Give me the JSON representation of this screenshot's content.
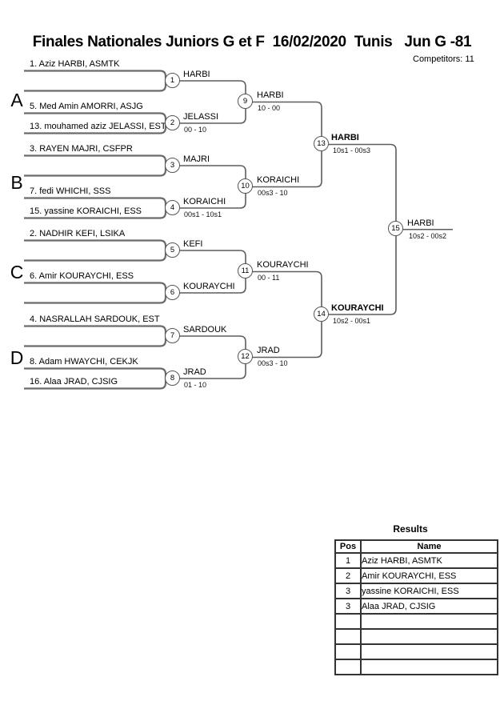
{
  "page": {
    "title": "Finales Nationales Juniors G et F  16/02/2020  Tunis   Jun G -81",
    "competitors": "Competitors: 11"
  },
  "sections": [
    {
      "label": "A"
    },
    {
      "label": "B"
    },
    {
      "label": "C"
    },
    {
      "label": "D"
    }
  ],
  "players": [
    {
      "entry": "1. Aziz HARBI, ASMTK"
    },
    {
      "entry": "5. Med Amin AMORRI, ASJG"
    },
    {
      "entry": "13. mouhamed aziz JELASSI, EST"
    },
    {
      "entry": "3. RAYEN MAJRI, CSFPR"
    },
    {
      "entry": "7. fedi WHICHI, SSS"
    },
    {
      "entry": "15. yassine KORAICHI, ESS"
    },
    {
      "entry": "2. NADHIR KEFI, LSIKA"
    },
    {
      "entry": "6. Amir KOURAYCHI, ESS"
    },
    {
      "entry": "4. NASRALLAH SARDOUK, EST"
    },
    {
      "entry": "8. Adam HWAYCHI, CEKJK"
    },
    {
      "entry": "16. Alaa JRAD, CJSIG"
    }
  ],
  "matches": [
    {
      "no": "1",
      "winner": "HARBI",
      "score": ""
    },
    {
      "no": "2",
      "winner": "JELASSI",
      "score": "00 - 10"
    },
    {
      "no": "3",
      "winner": "MAJRI",
      "score": ""
    },
    {
      "no": "4",
      "winner": "KORAICHI",
      "score": "00s1 - 10s1"
    },
    {
      "no": "5",
      "winner": "KEFI",
      "score": ""
    },
    {
      "no": "6",
      "winner": "KOURAYCHI",
      "score": ""
    },
    {
      "no": "7",
      "winner": "SARDOUK",
      "score": ""
    },
    {
      "no": "8",
      "winner": "JRAD",
      "score": "01 - 10"
    },
    {
      "no": "9",
      "winner": "HARBI",
      "score": "10 - 00"
    },
    {
      "no": "10",
      "winner": "KORAICHI",
      "score": "00s3 - 10"
    },
    {
      "no": "11",
      "winner": "KOURAYCHI",
      "score": "00 - 11"
    },
    {
      "no": "12",
      "winner": "JRAD",
      "score": "00s3 - 10"
    },
    {
      "no": "13",
      "winner": "HARBI",
      "score": "10s1 - 00s3"
    },
    {
      "no": "14",
      "winner": "KOURAYCHI",
      "score": "10s2 - 00s1"
    },
    {
      "no": "15",
      "winner": "HARBI",
      "score": "10s2 - 00s2"
    }
  ],
  "results": {
    "title": "Results",
    "columns": {
      "pos": "Pos",
      "name": "Name"
    },
    "rows": [
      {
        "pos": "1",
        "name": "Aziz HARBI, ASMTK"
      },
      {
        "pos": "2",
        "name": "Amir KOURAYCHI, ESS"
      },
      {
        "pos": "3",
        "name": "yassine KORAICHI, ESS"
      },
      {
        "pos": "3",
        "name": "Alaa JRAD, CJSIG"
      },
      {
        "pos": "",
        "name": ""
      },
      {
        "pos": "",
        "name": ""
      },
      {
        "pos": "",
        "name": ""
      },
      {
        "pos": "",
        "name": ""
      }
    ]
  }
}
